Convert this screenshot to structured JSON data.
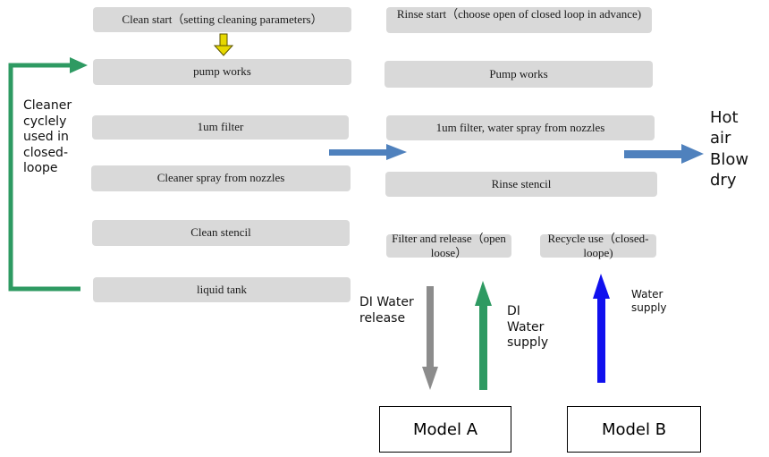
{
  "clean_column": {
    "steps": [
      "Clean start（setting cleaning parameters）",
      "pump works",
      "1um filter",
      "Cleaner spray from nozzles",
      "Clean stencil",
      "liquid tank"
    ],
    "loop_label": "Cleaner cyclely used in closed-loope"
  },
  "rinse_column": {
    "steps": [
      "Rinse start（choose  open of closed loop in advance)",
      "Pump works",
      "1um filter,  water spray from nozzles",
      "Rinse stencil"
    ],
    "option_open": "Filter and release（open loose）",
    "option_closed": "Recycle use（closed-loope)"
  },
  "final_step": "Hot air Blow dry",
  "flows": {
    "di_release": "DI Water release",
    "di_supply": "DI Water supply",
    "water_supply": "Water supply"
  },
  "models": {
    "a": "Model A",
    "b": "Model B"
  },
  "colors": {
    "box_fill": "#d9d9d9",
    "loop_arrow": "#2e9a62",
    "flow_arrow": "#4f81bd",
    "start_arrow": "#e6d800",
    "release_arrow": "#8c8c8c",
    "di_supply_arrow": "#2e9a62",
    "water_supply_arrow": "#1010ee"
  }
}
